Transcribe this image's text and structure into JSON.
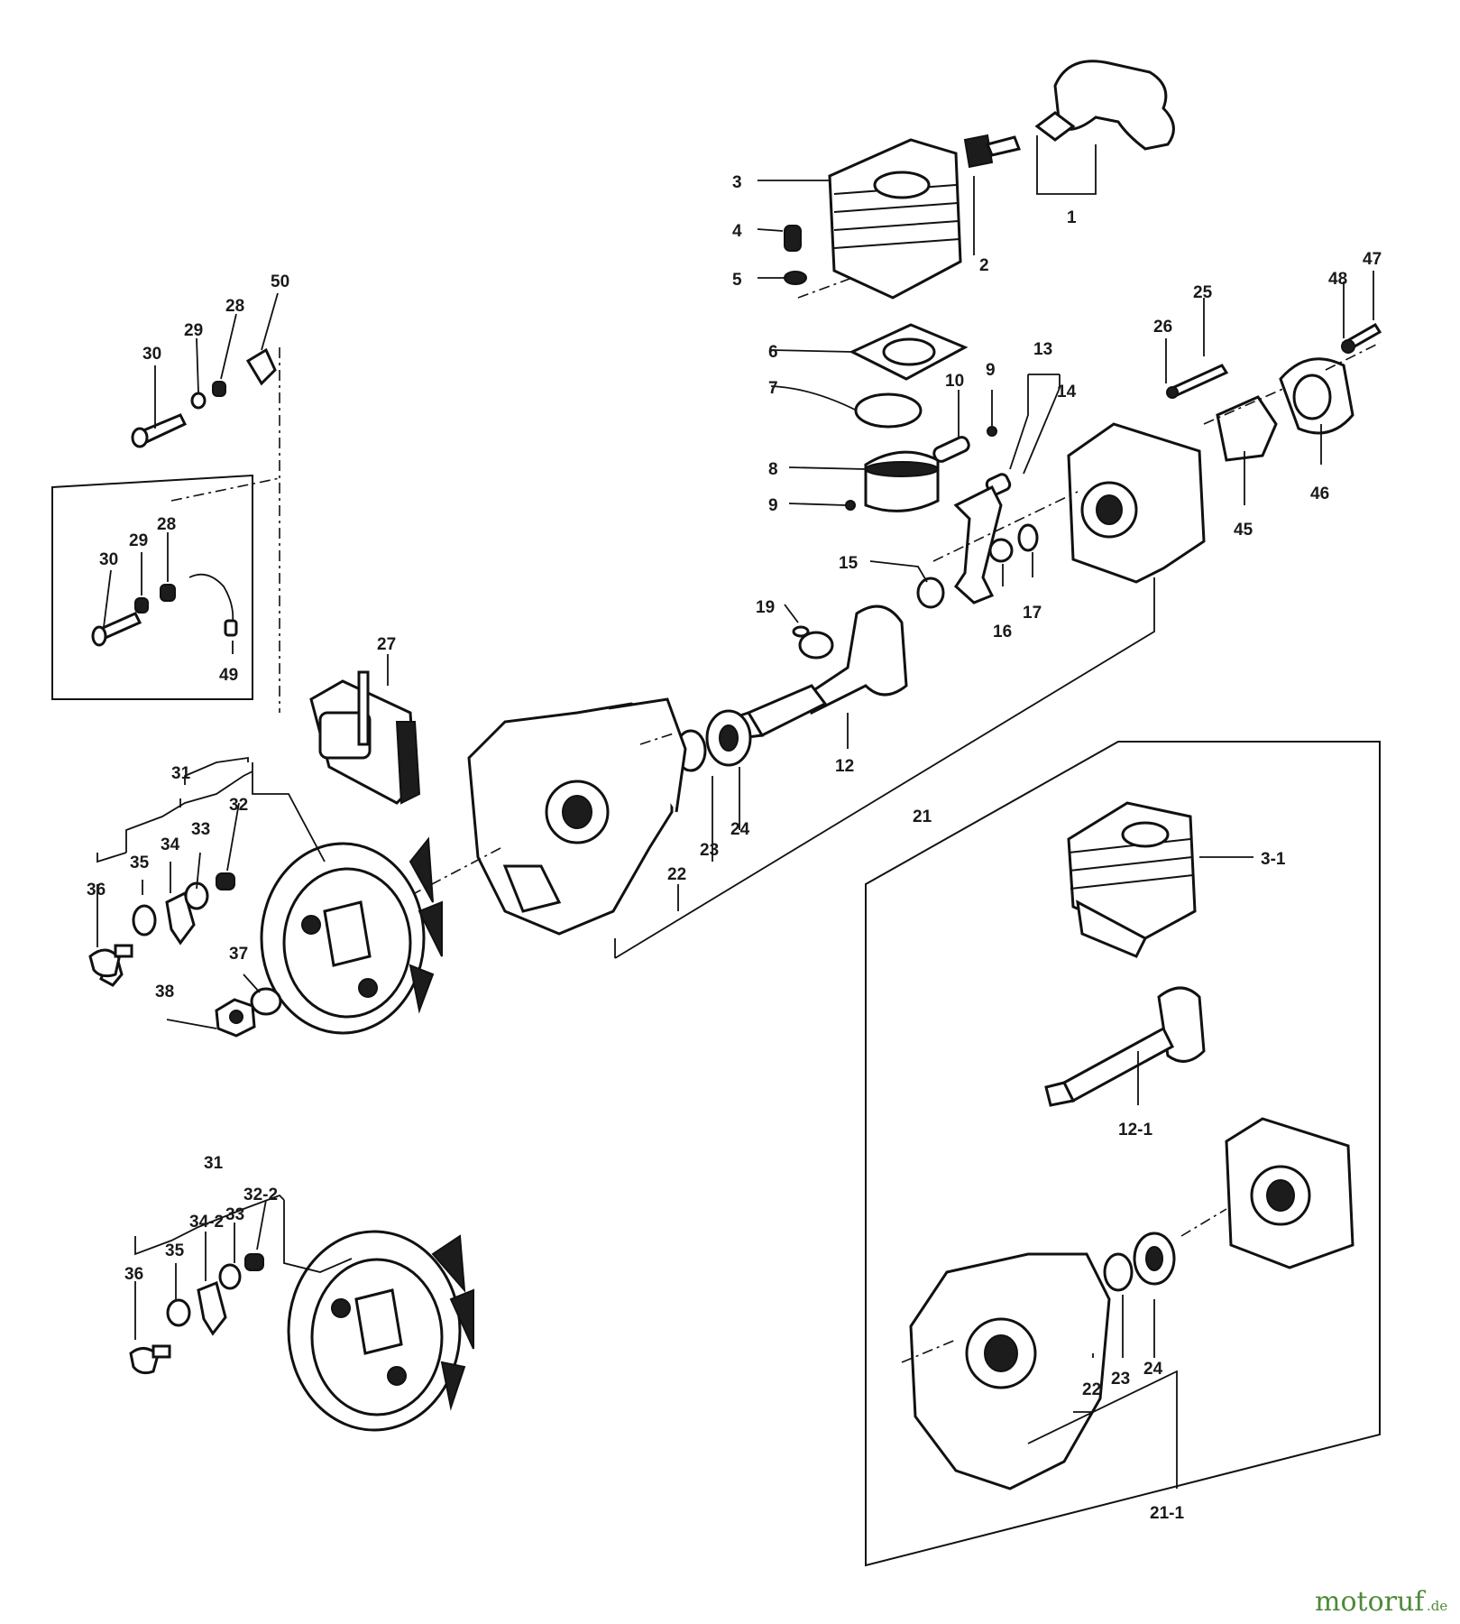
{
  "diagram": {
    "part_labels": [
      "1",
      "2",
      "3",
      "4",
      "5",
      "6",
      "7",
      "8",
      "9",
      "9",
      "10",
      "12",
      "13",
      "14",
      "15",
      "16",
      "17",
      "19",
      "21",
      "22",
      "23",
      "24",
      "25",
      "26",
      "27",
      "28",
      "29",
      "30",
      "31",
      "32",
      "33",
      "34",
      "35",
      "36",
      "37",
      "38",
      "45",
      "46",
      "47",
      "48",
      "49",
      "50"
    ],
    "inset_left": {
      "labels": [
        "30",
        "29",
        "28",
        "49"
      ]
    },
    "upper_left_labels": [
      "30",
      "29",
      "28",
      "50"
    ],
    "lower_flywheel_labels": [
      "31",
      "32-2",
      "34-2",
      "33",
      "36",
      "35"
    ],
    "replacement_kit": {
      "labels": [
        "3-1",
        "12-1",
        "22",
        "23",
        "24",
        "21-1"
      ]
    }
  },
  "watermark": {
    "brand": "motoruf",
    "tld": ".de"
  }
}
